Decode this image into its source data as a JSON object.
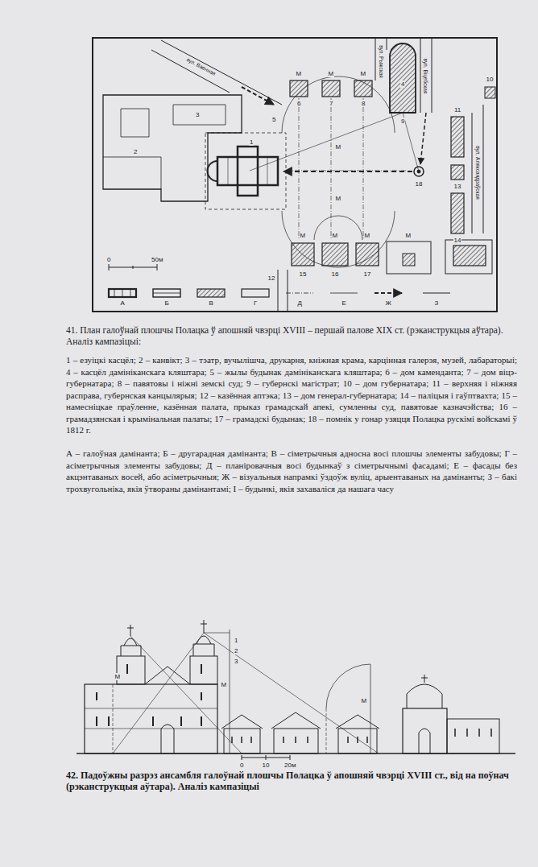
{
  "diagram": {
    "caption": "41. План галоўнай плошчы Полацка ў апошняй чвэрці XVIII – першай палове XIX ст. (рэканструкцыя аўтара). Аналіз кампазіцыі:",
    "labels": [
      "1 – езуіцкі касцёл; 2 – канвікт; 3 – тэатр, вучылішча, друкарня, кніжная крама, карцінная галерэя, музей, лабараторыі; 4 – касцёл дамініканскага кляштара; 5 – жылы будынак дамініканскага кляштара; 6 – дом каменданта; 7 – дом віцэ-губернатара; 8 – павятовы і ніжні земскі суд; 9 – губернскі магістрат; 10 – дом губернатара; 11 – верхняя і ніжняя расправа, губернская канцылярыя; 12 – казённая аптэка; 13 – дом генерал-губернатара; 14 – паліцыя і гаўптвахта; 15 – намесніцкае праўленне, казённая палата, прыказ грамадскай апекі, сумленны суд, павятовае казначэйства; 16 – грамадзянская і крымінальная палаты; 17 – грамадскі будынак; 18 – помнік у гонар узяцця Полацка рускімі войскамі ў 1812 г.",
      "А – галоўная дамінанта; Б – другарадная дамінанта; В – сіметрычныя адносна восі плошчы элементы забудовы; Г – асіметрычныя элементы забудовы; Д – планіровачныя восі будынкаў з сіметрычнымі фасадамі; Е – фасады без акцэнтаваных восей, або асіметрычныя; Ж – візуальныя напрамкі ўздоўж вуліц, арыентаваных на дамінанты; З – бакі трохвугольніка, якія ўтвораны дамінантамі; I – будынкі, якія захаваліся да нашага часу",
      "42. Падоўжны разрэз ансамбля галоўнай плошчы Полацка ў апошняй чвэрці XVIII ст., від на поўнач (рэканструкцыя аўтара). Аналіз кампазіцыі",
      "вул. Ваенная",
      "вул. Рыжская",
      "вул. Віцебская",
      "вул. Аляксандраўская",
      "1",
      "2",
      "3",
      "4",
      "5",
      "6",
      "7",
      "8",
      "9",
      "10",
      "11",
      "12",
      "13",
      "14",
      "15",
      "16",
      "17",
      "18",
      "М",
      "М",
      "М",
      "М",
      "М",
      "М",
      "М",
      "М",
      "М",
      "0",
      "50м",
      "М",
      "М",
      "М",
      "1",
      "2",
      "3",
      "0",
      "10",
      "20м"
    ],
    "legend": [
      {
        "text": "А"
      },
      {
        "text": "Б"
      },
      {
        "text": "В"
      },
      {
        "text": "Г"
      },
      {
        "text": "Д"
      },
      {
        "text": "Е"
      },
      {
        "text": "Ж"
      },
      {
        "text": "З"
      }
    ]
  }
}
